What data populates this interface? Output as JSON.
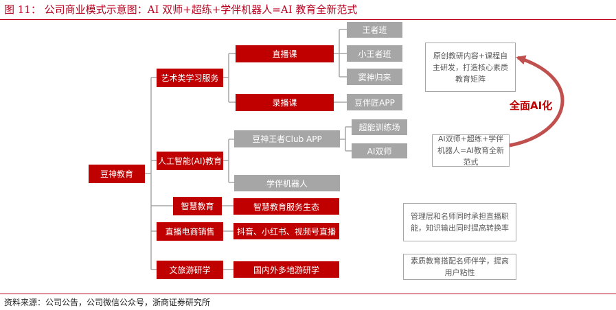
{
  "figure": {
    "title": "图 11：  公司商业模式示意图：AI 双师+超练+学伴机器人=AI 教育全新范式",
    "source": "资料来源：公司公告，公司微信公众号，浙商证券研究所"
  },
  "root": "豆神教育",
  "branches": {
    "art": "艺术类学习服务",
    "ai": "人工智能(AI)教育",
    "smart": "智慧教育",
    "ecom": "直播电商销售",
    "travel": "文旅游研学"
  },
  "art_children": {
    "live": "直播课",
    "recorded": "录播课"
  },
  "live_children": [
    "王者班",
    "小王者班",
    "窦神归来"
  ],
  "recorded_child": "豆伴匠APP",
  "ai_children": {
    "club": "豆神王者Club APP",
    "robot": "学伴机器人"
  },
  "club_children": [
    "超能训练场",
    "AI双师"
  ],
  "smart_child": "智慧教育服务生态",
  "ecom_child": "抖音、小红书、视频号直播",
  "travel_child": "国内外多地游研学",
  "cycle": {
    "top_note": "原创教研内容+课程自主研发，打造核心素质教育矩阵",
    "bottom_note": "AI双师+超练+学伴机器人=AI教育全新范式",
    "label": "全面AI化",
    "arrow_color": "#c0504d"
  },
  "notes": {
    "ecom_note": "管理层和名师同时承担直播职能，知识输出同时提高转换率",
    "travel_note": "素质教育搭配名师伴学，提高用户粘性"
  },
  "colors": {
    "accent_red": "#c00000",
    "gray_box": "#a6a6a6",
    "title_red": "#b8001f"
  }
}
